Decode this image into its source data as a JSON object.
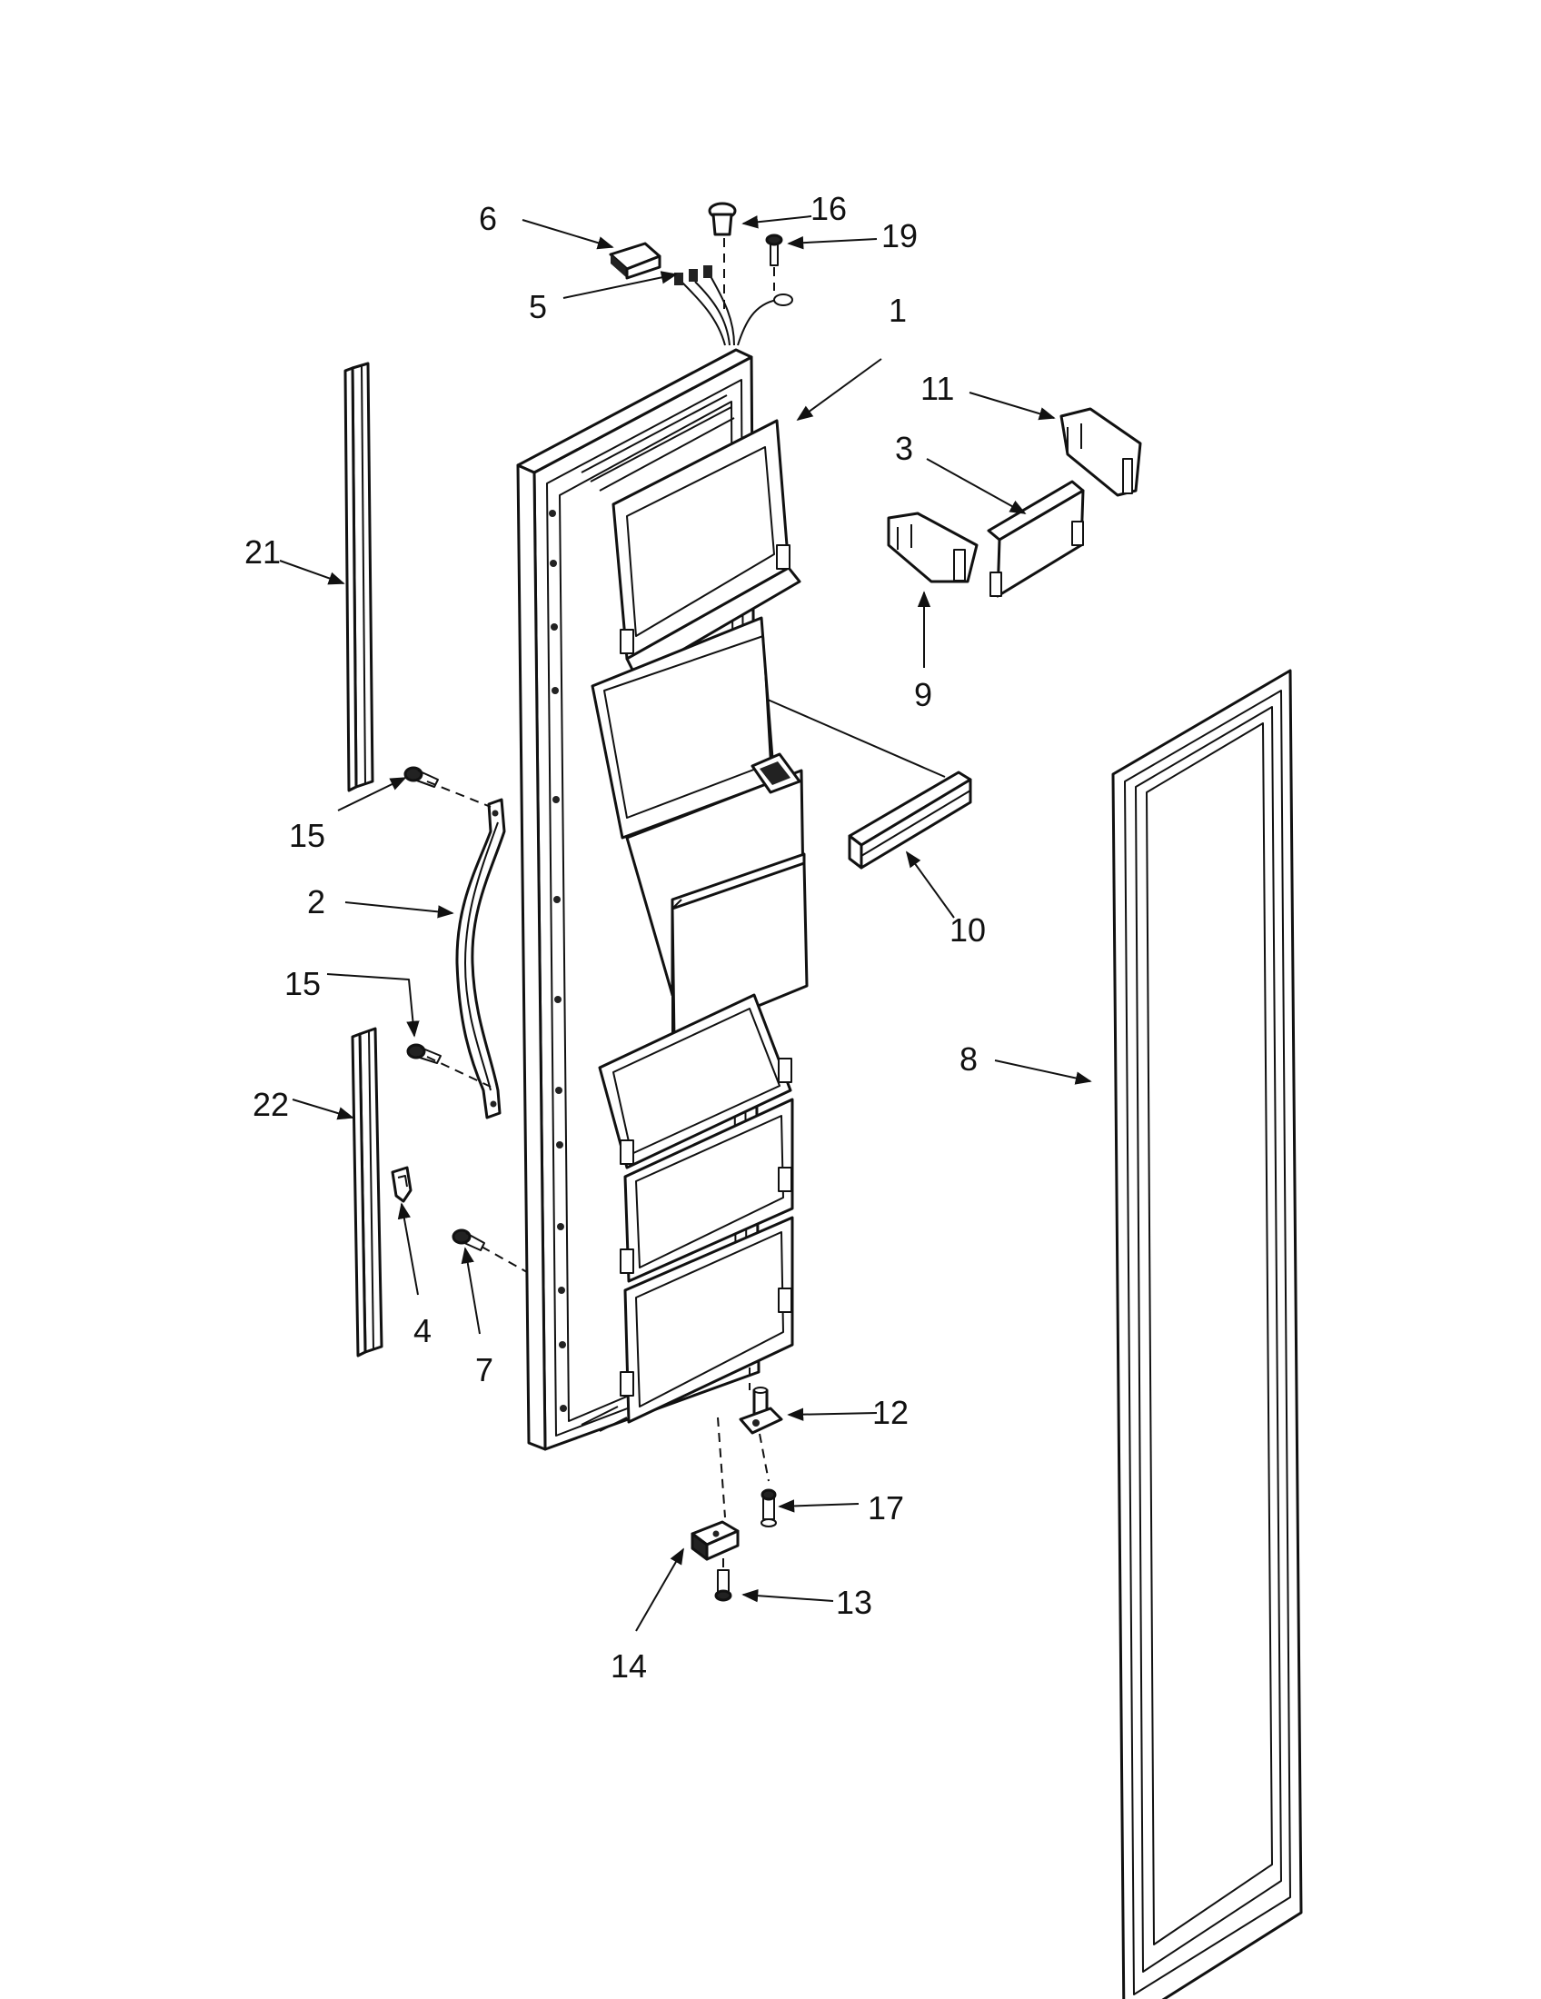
{
  "diagram": {
    "labels": {
      "p1": "1",
      "p2": "2",
      "p3": "3",
      "p4": "4",
      "p5": "5",
      "p6": "6",
      "p7": "7",
      "p8": "8",
      "p9": "9",
      "p10": "10",
      "p11": "11",
      "p12": "12",
      "p13": "13",
      "p14": "14",
      "p15a": "15",
      "p15b": "15",
      "p16": "16",
      "p17": "17",
      "p19": "19",
      "p21": "21",
      "p22": "22"
    },
    "colors": {
      "line": "#111111",
      "background": "#ffffff"
    }
  }
}
